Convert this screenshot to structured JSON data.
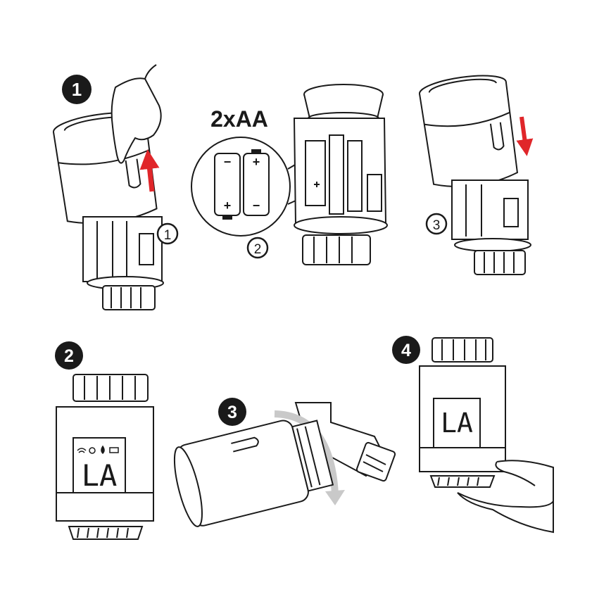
{
  "steps": {
    "step1": {
      "badge": "1"
    },
    "step2": {
      "badge": "2"
    },
    "step3": {
      "badge": "3"
    },
    "step4": {
      "badge": "4"
    }
  },
  "substeps": {
    "sub1": "1",
    "sub2": "2",
    "sub3": "3"
  },
  "battery": {
    "spec": "2xAA",
    "cell_left": {
      "top_sign": "−",
      "bottom_sign": "+"
    },
    "cell_right": {
      "top_sign": "+",
      "bottom_sign": "−"
    }
  },
  "display": {
    "step2_text": "LA",
    "step4_text": "LA",
    "status_icons": [
      "wifi-icon",
      "clock-icon",
      "flame-icon",
      "battery-icon"
    ]
  },
  "colors": {
    "ink": "#1a1a1a",
    "arrow": "#e0262a",
    "turn_arrow": "#c9c9c9",
    "badge": "#1a1a1a"
  }
}
